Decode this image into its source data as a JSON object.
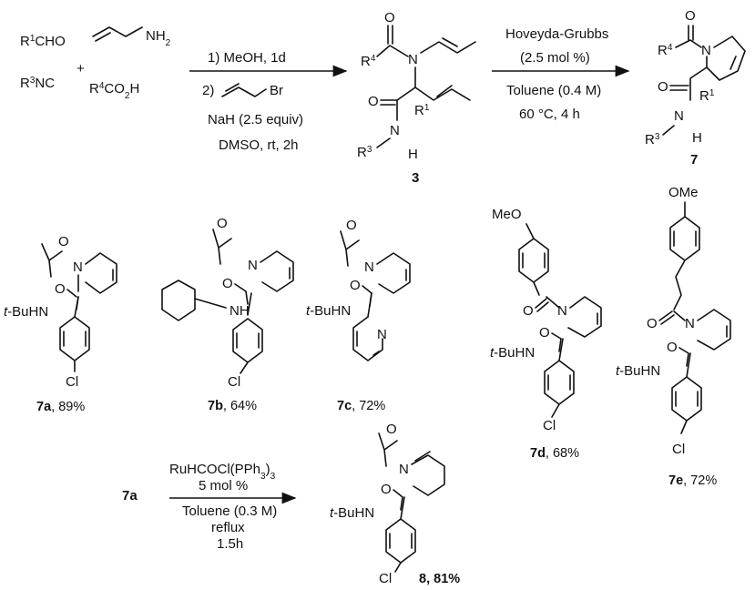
{
  "reaction1": {
    "reagent_aldehyde": [
      "R",
      "1",
      "CHO"
    ],
    "reagent_isonitrile": [
      "R",
      "3",
      "NC"
    ],
    "plus": "+",
    "reagent_amine": [
      "NH",
      "2"
    ],
    "reagent_acid": [
      "R",
      "4",
      "CO",
      "2",
      "H"
    ],
    "step1": "1) MeOH, 1d",
    "step2": "2)",
    "allyl_br": "Br",
    "base": "NaH (2.5 equiv)",
    "cond": "DMSO, rt, 2h",
    "product_label": "3"
  },
  "reaction2": {
    "catalyst": "Hoveyda-Grubbs",
    "loading": "(2.5 mol %)",
    "solvent": "Toluene (0.4 M)",
    "temp_time": "60 °C, 4 h",
    "product_label": "7"
  },
  "reaction3": {
    "start": "7a",
    "catalyst": [
      "RuHCOCl(PPh",
      "3",
      ")",
      "3"
    ],
    "loading": "5 mol %",
    "solvent": "Toluene (0.3 M)",
    "heat": "reflux",
    "time": "1.5h",
    "product_label": "8",
    "product_yield": ", 81%"
  },
  "atoms": {
    "O": "O",
    "N": "N",
    "H": "H",
    "R4": [
      "R",
      "4"
    ],
    "R1": [
      "R",
      "1"
    ],
    "R3": [
      "R",
      "3"
    ],
    "tBuHN": [
      "t",
      "-BuHN"
    ],
    "NH": "NH",
    "Cl": "Cl",
    "MeO": "MeO",
    "OMe": "OMe"
  },
  "compounds": [
    {
      "id": "7a",
      "yield": ", 89%"
    },
    {
      "id": "7b",
      "yield": ", 64%"
    },
    {
      "id": "7c",
      "yield": ", 72%"
    },
    {
      "id": "7d",
      "yield": ", 68%"
    },
    {
      "id": "7e",
      "yield": ", 72%"
    }
  ]
}
